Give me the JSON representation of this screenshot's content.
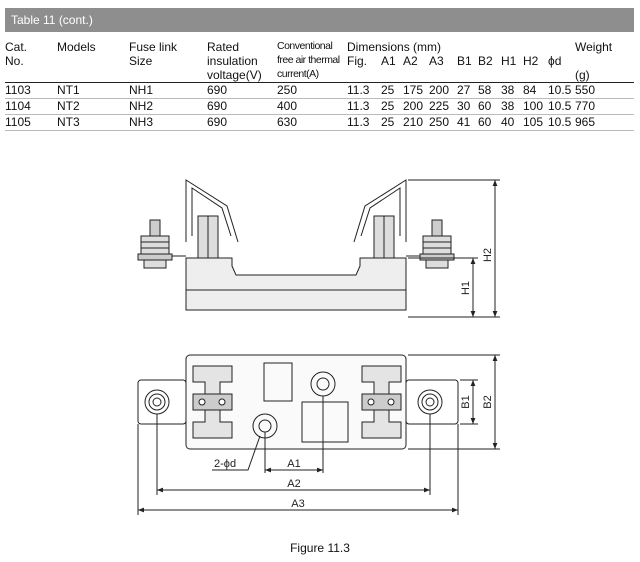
{
  "table": {
    "title": "Table 11 (cont.)",
    "headers": {
      "cat": [
        "Cat.",
        "No."
      ],
      "models": "Models",
      "fuse_link": [
        "Fuse link",
        "Size"
      ],
      "rated": [
        "Rated",
        "insulation",
        "voltage(V)"
      ],
      "conventional": [
        "Conventional",
        "free air thermal",
        "current(A)"
      ],
      "dimensions": "Dimensions (mm)",
      "dim_cols": [
        "Fig.",
        "A1",
        "A2",
        "A3",
        "B1",
        "B2",
        "H1",
        "H2",
        "ϕd"
      ],
      "weight": [
        "Weight",
        "(g)"
      ]
    },
    "rows": [
      {
        "cat": "1103",
        "model": "NT1",
        "size": "NH1",
        "voltage": "690",
        "current": "250",
        "fig": "11.3",
        "a1": "25",
        "a2": "175",
        "a3": "200",
        "b1": "27",
        "b2": "58",
        "h1": "38",
        "h2": "84",
        "d": "10.5",
        "weight": "550"
      },
      {
        "cat": "1104",
        "model": "NT2",
        "size": "NH2",
        "voltage": "690",
        "current": "400",
        "fig": "11.3",
        "a1": "25",
        "a2": "200",
        "a3": "225",
        "b1": "30",
        "b2": "60",
        "h1": "38",
        "h2": "100",
        "d": "10.5",
        "weight": "770"
      },
      {
        "cat": "1105",
        "model": "NT3",
        "size": "NH3",
        "voltage": "690",
        "current": "630",
        "fig": "11.3",
        "a1": "25",
        "a2": "210",
        "a3": "250",
        "b1": "41",
        "b2": "60",
        "h1": "40",
        "h2": "105",
        "d": "10.5",
        "weight": "965"
      }
    ]
  },
  "figure": {
    "labels": {
      "h1": "H1",
      "h2": "H2",
      "b1": "B1",
      "b2": "B2",
      "a1": "A1",
      "a2": "A2",
      "a3": "A3",
      "d": "2-ϕd"
    },
    "caption": "Figure 11.3"
  }
}
